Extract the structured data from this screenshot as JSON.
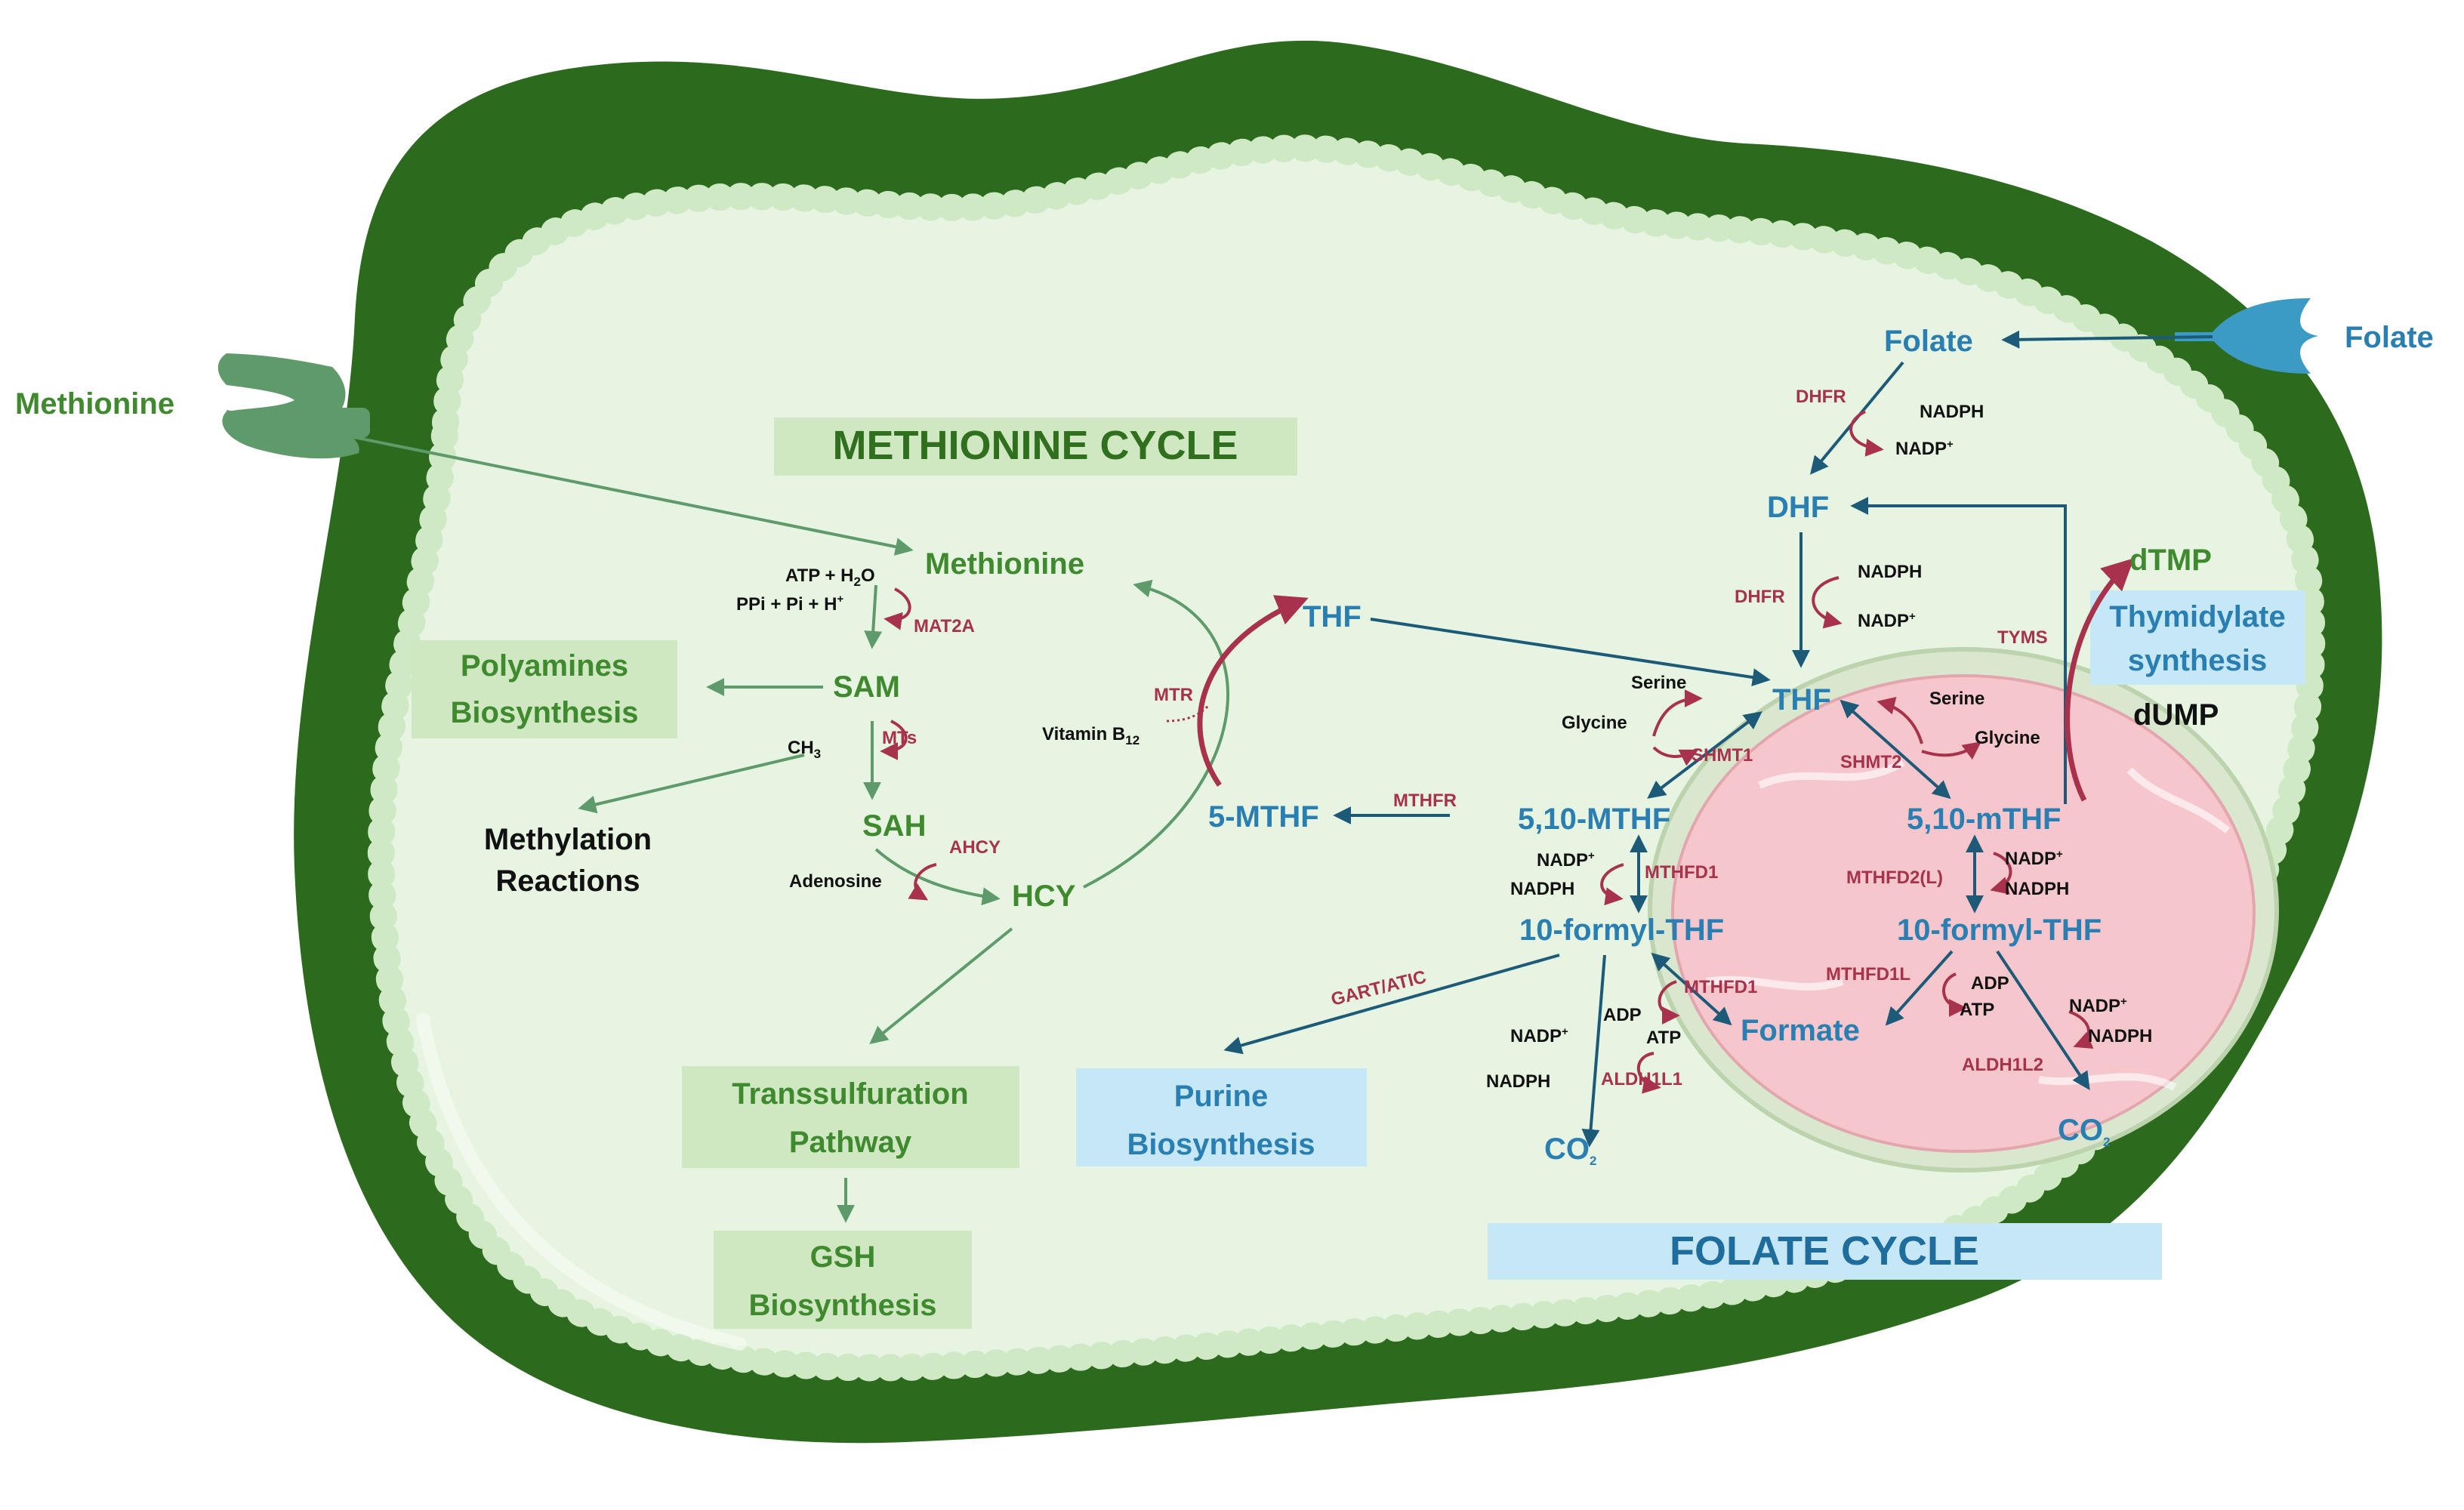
{
  "labels": {
    "methionine_cycle": "METHIONINE CYCLE",
    "folate_cycle": "FOLATE CYCLE",
    "methionine_ext": "Methionine",
    "folate_ext": "Folate",
    "methionine": "Methionine",
    "sam": "SAM",
    "sah": "SAH",
    "hcy": "HCY",
    "thf_left": "THF",
    "mthf5": "5-MTHF",
    "polyamines_l1": "Polyamines",
    "polyamines_l2": "Biosynthesis",
    "methylation_l1": "Methylation",
    "methylation_l2": "Reactions",
    "transsulfuration_l1": "Transsulfuration",
    "transsulfuration_l2": "Pathway",
    "gsh_l1": "GSH",
    "gsh_l2": "Biosynthesis",
    "purine_l1": "Purine",
    "purine_l2": "Biosynthesis",
    "thymidylate_l1": "Thymidylate",
    "thymidylate_l2": "synthesis",
    "folate": "Folate",
    "dhf": "DHF",
    "thf": "THF",
    "mthf_cyto": "5,10-MTHF",
    "formyl_cyto": "10-formyl-THF",
    "co2_cyto": "CO",
    "formate": "Formate",
    "mthf_mito": "5,10-mTHF",
    "formyl_mito": "10-formyl-THF",
    "co2_mito": "CO",
    "dtmp": "dTMP",
    "dump": "dUMP"
  },
  "cofactors": {
    "atp_h2o": "ATP + H",
    "atp_h2o_tail": "O",
    "ppi": "PPi + Pi + H",
    "ch3": "CH",
    "adenosine": "Adenosine",
    "vitb12": "Vitamin B",
    "vitb12_sub": "12",
    "nadph": "NADPH",
    "nadp": "NADP",
    "serine": "Serine",
    "glycine": "Glycine",
    "adp": "ADP",
    "atp": "ATP",
    "plus": "+",
    "sub2": "2",
    "sub3": "3"
  },
  "enzymes": {
    "mat2a": "MAT2A",
    "mts": "MTs",
    "ahcy": "AHCY",
    "mtr": "MTR",
    "mthfr": "MTHFR",
    "dhfr1": "DHFR",
    "dhfr2": "DHFR",
    "shmt1": "SHMT1",
    "shmt2": "SHMT2",
    "mthfd1_a": "MTHFD1",
    "mthfd1_b": "MTHFD1",
    "mthfd2l": "MTHFD2(L)",
    "mthfd1l": "MTHFD1L",
    "aldh1l1": "ALDH1L1",
    "aldh1l2": "ALDH1L2",
    "gart_atic": "GART/ATIC",
    "tyms": "TYMS"
  },
  "colors": {
    "membrane_dark": "#2c6a1e",
    "cytoplasm": "#e6f4e1",
    "bead": "#cfe9c4",
    "mito_fill": "#f5c7cc",
    "mito_outer": "#d9e7cf",
    "methionine_green": "#3f8a2e",
    "folate_blue": "#2a7fb2",
    "arrow_blue": "#1d5a78",
    "enzyme_red": "#a8324e",
    "green_box": "#cfe8c2",
    "blue_box": "#c6e7f6",
    "transporter_met": "#5e9a6a",
    "transporter_fol": "#3b9bc4"
  }
}
